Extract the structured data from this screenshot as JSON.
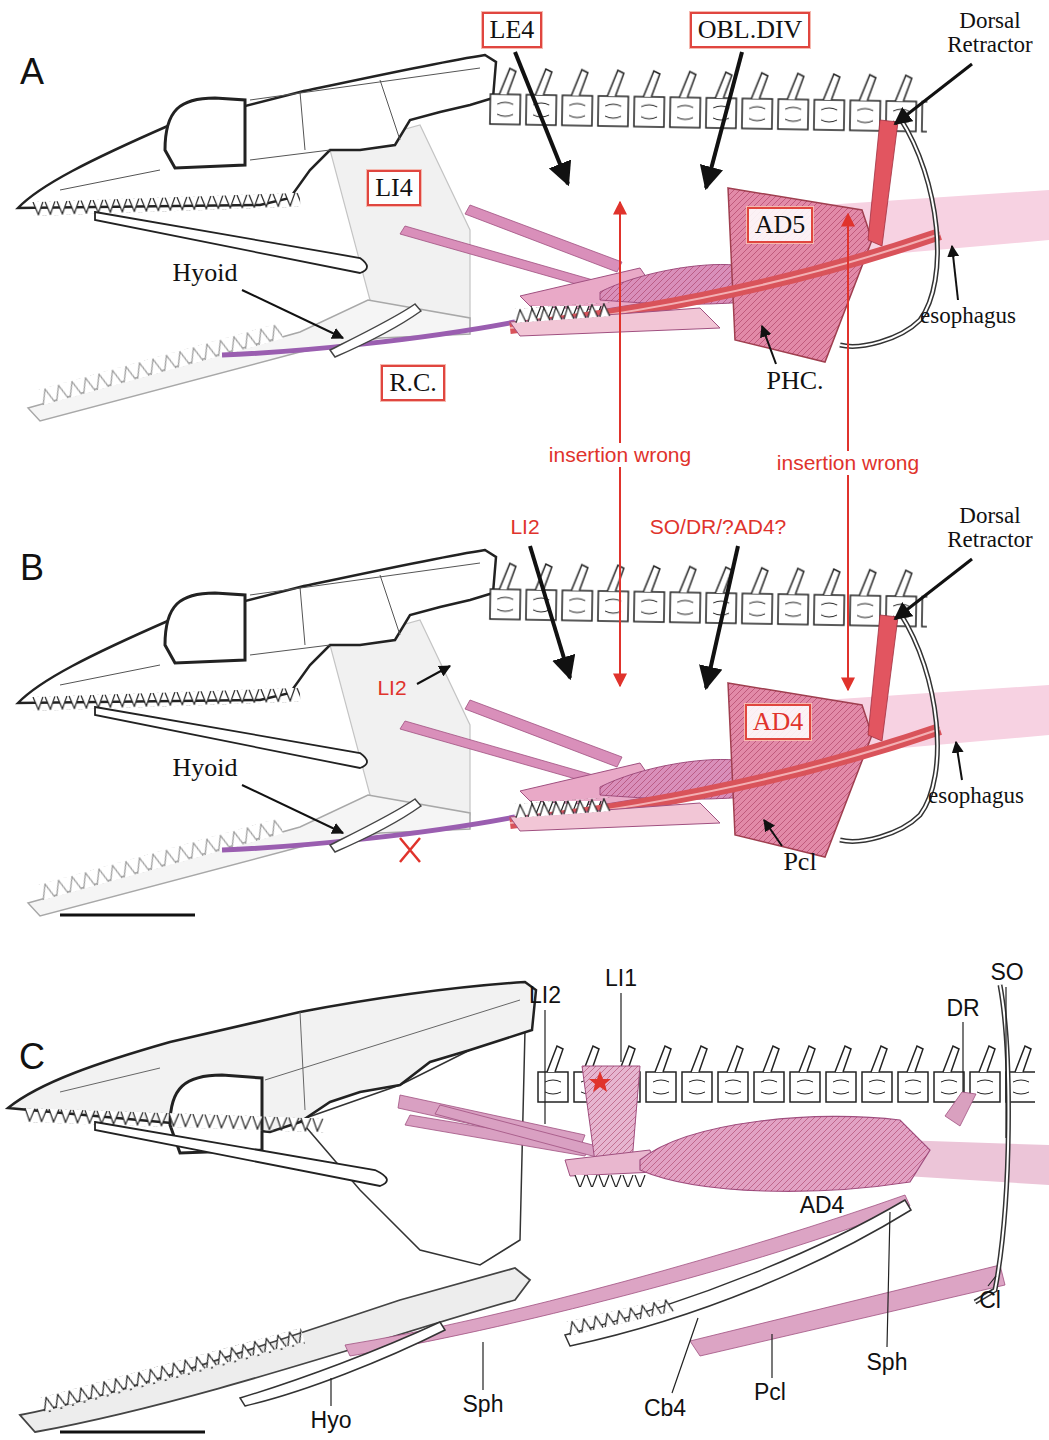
{
  "diagram": {
    "nodes": [
      {
        "text": [
          "LE4"
        ]
      },
      {
        "text": [
          "OBL.DIV"
        ]
      },
      {
        "text": [
          "LI4"
        ]
      },
      {
        "text": [
          "AD5"
        ]
      },
      {
        "text": [
          "R.C."
        ]
      },
      {
        "text": [
          "AD4"
        ]
      }
    ],
    "labels": [
      "A",
      "Dorsal Retractor",
      "Hyoid",
      "esophagus",
      "PHC.",
      "insertion wrong",
      "insertion wrong",
      "B",
      "LI2",
      "SO/DR/?AD4?",
      "Dorsal Retractor",
      "LI2",
      "Hyoid",
      "esophagus",
      "Pcl",
      "C",
      "LI2",
      "LI1",
      "DR",
      "SO",
      "AD4",
      "Hyo",
      "Sph",
      "Cb4",
      "Pcl",
      "Sph",
      "Cl"
    ]
  }
}
